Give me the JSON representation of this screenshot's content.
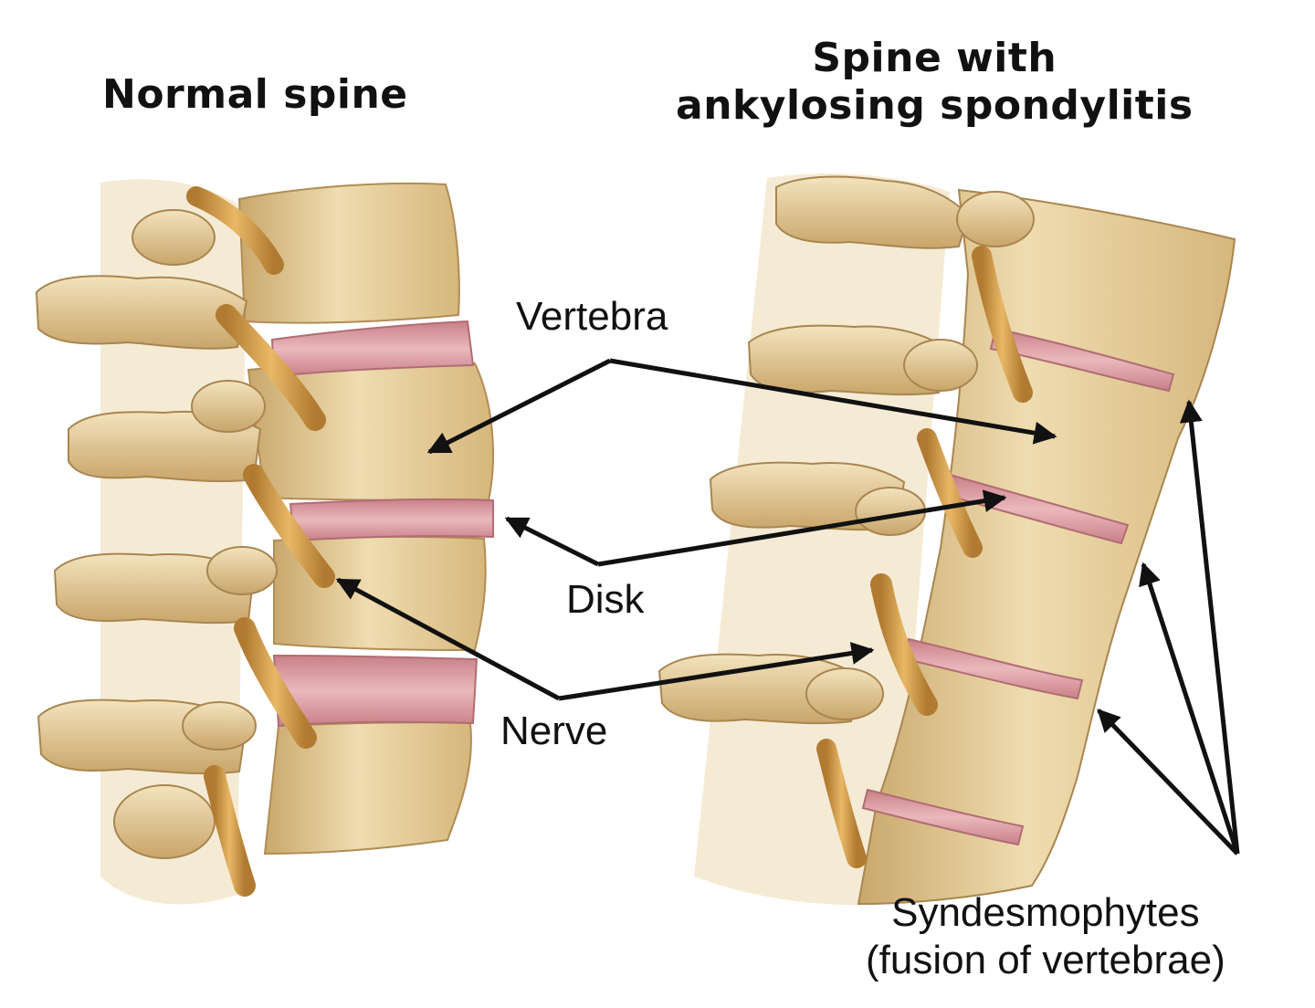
{
  "titles": {
    "left": "Normal spine",
    "right_line1": "Spine with",
    "right_line2": "ankylosing spondylitis"
  },
  "labels": {
    "vertebra": "Vertebra",
    "disk": "Disk",
    "nerve": "Nerve",
    "syndesmophytes_line1": "Syndesmophytes",
    "syndesmophytes_line2": "(fusion of vertebrae)"
  },
  "colors": {
    "bone": "#e9d3a3",
    "bone_shade": "#c9a86c",
    "bone_outline": "#a88650",
    "disk": "#d89aa0",
    "nerve": "#d2a050",
    "arrow": "#111111"
  }
}
